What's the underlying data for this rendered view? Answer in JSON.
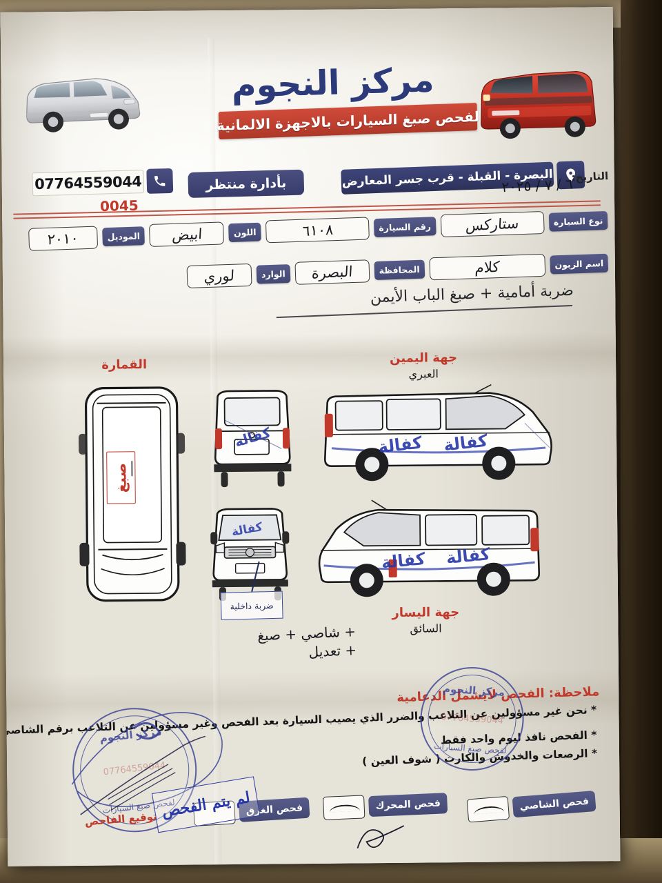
{
  "document": {
    "type": "vehicle-paint-inspection-form",
    "serial_number": "0045"
  },
  "header": {
    "center_name": "مركز النجوم",
    "tagline": "لفحص صبغ السيارات بالاجهزة الالمانية",
    "management": "بأدارة منتظر",
    "address": "البصرة - القبلة - قرب جسر المعارض",
    "phone": "07764559044",
    "phone_icon": "phone-icon",
    "location_icon": "map-pin-icon"
  },
  "date_field": {
    "label": "التاريخ:",
    "value": "٦ / ٧ / ٢٠٢٥"
  },
  "fields": {
    "row1": [
      {
        "label": "نوع السيارة",
        "value": "ستاركس",
        "width_class": "w-type"
      },
      {
        "label": "رقم السيارة",
        "value": "٦١٠٨",
        "width_class": "w-num"
      },
      {
        "label": "اللون",
        "value": "ابيض",
        "width_class": "w-color"
      },
      {
        "label": "الموديل",
        "value": "٢٠١٠",
        "width_class": "w-model"
      }
    ],
    "row2": [
      {
        "label": "اسم الزبون",
        "value": "كلام",
        "width_class": "w-cust"
      },
      {
        "label": "المحافظة",
        "value": "البصرة",
        "width_class": "w-gov"
      },
      {
        "label": "الوارد",
        "value": "لوري",
        "width_class": "w-incoming"
      }
    ]
  },
  "handwritten_note": "ضربة أمامية + صبغ الباب الأيمن",
  "diagram": {
    "labels": {
      "top_view": {
        "primary": "القمارة",
        "secondary": ""
      },
      "right_side": {
        "primary": "جهة اليمين",
        "secondary": "العبري"
      },
      "left_side": {
        "primary": "جهة اليسار",
        "secondary": "السائق"
      }
    },
    "top_view_stamp": "صبغ",
    "internal_hit_label": "ضربة داخلية",
    "front_handwriting_line1": "+ شاصي + صبغ",
    "front_handwriting_line2": "+ تعديل",
    "body_text_on_vehicle": "كفالة"
  },
  "notes": {
    "heading": "ملاحظة: الفحص لايشمل الدعامية",
    "line1": "* نحن غير مسؤولين عن التلاعب والضرر الذي يصيب السيارة بعد الفحص وغير مسؤولين عن التلاعب برقم الشاصي",
    "line2": "* الفحص نافذ ليوم واحد فقط",
    "line3": "* الرصعات والخدوش والكارت ( شوف العين )"
  },
  "stamps": {
    "left": {
      "top_text": "مركز النجوم",
      "mid_text": "07764559044",
      "bottom_text": "لفحص صبغ السيارات"
    },
    "right": {
      "top_text": "مركز النجوم",
      "mid_text": "07764559044",
      "bottom_text": "لفحص صبغ السيارات"
    },
    "inspector_signature_label": "توقيع الفاحص"
  },
  "checks": [
    {
      "label": "فحص الشاصي",
      "mark": "curve",
      "name": "chassis"
    },
    {
      "label": "فحص المحرك",
      "mark": "curve",
      "name": "engine"
    },
    {
      "label": "فحص الغرق",
      "mark": "none",
      "name": "flood"
    }
  ],
  "overlay_stamp": {
    "text": "لم يتم الفحص"
  },
  "colors": {
    "brand_blue": "#2c3a7a",
    "banner_red": "#bf4030",
    "label_navy": "#434873",
    "stamp_blue": "#3b4395",
    "accent_red": "#c0392b"
  }
}
